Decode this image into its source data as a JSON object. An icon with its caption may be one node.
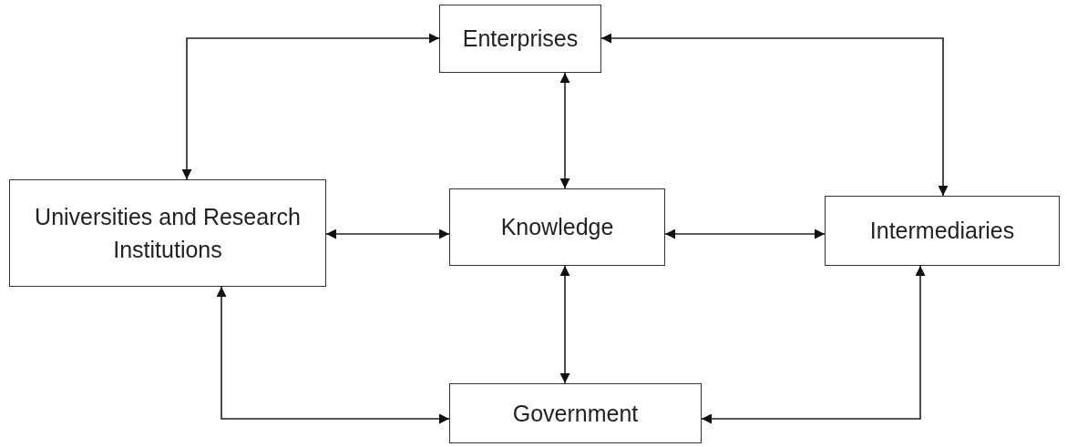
{
  "diagram": {
    "nodes": [
      {
        "text": [
          "Enterprises"
        ]
      },
      {
        "text": [
          "Universities and Research Institutions"
        ]
      },
      {
        "text": [
          "Knowledge"
        ]
      },
      {
        "text": [
          "Intermediaries"
        ]
      },
      {
        "text": [
          "Government"
        ]
      }
    ],
    "edges": [
      {
        "from": 0,
        "to": 1,
        "arrow": "both"
      },
      {
        "from": 0,
        "to": 3,
        "arrow": "both"
      },
      {
        "from": 0,
        "to": 2,
        "arrow": "both"
      },
      {
        "from": 1,
        "to": 2,
        "arrow": "both"
      },
      {
        "from": 2,
        "to": 3,
        "arrow": "both"
      },
      {
        "from": 2,
        "to": 4,
        "arrow": "both"
      },
      {
        "from": 1,
        "to": 4,
        "arrow": "both"
      },
      {
        "from": 3,
        "to": 4,
        "arrow": "both"
      }
    ]
  }
}
